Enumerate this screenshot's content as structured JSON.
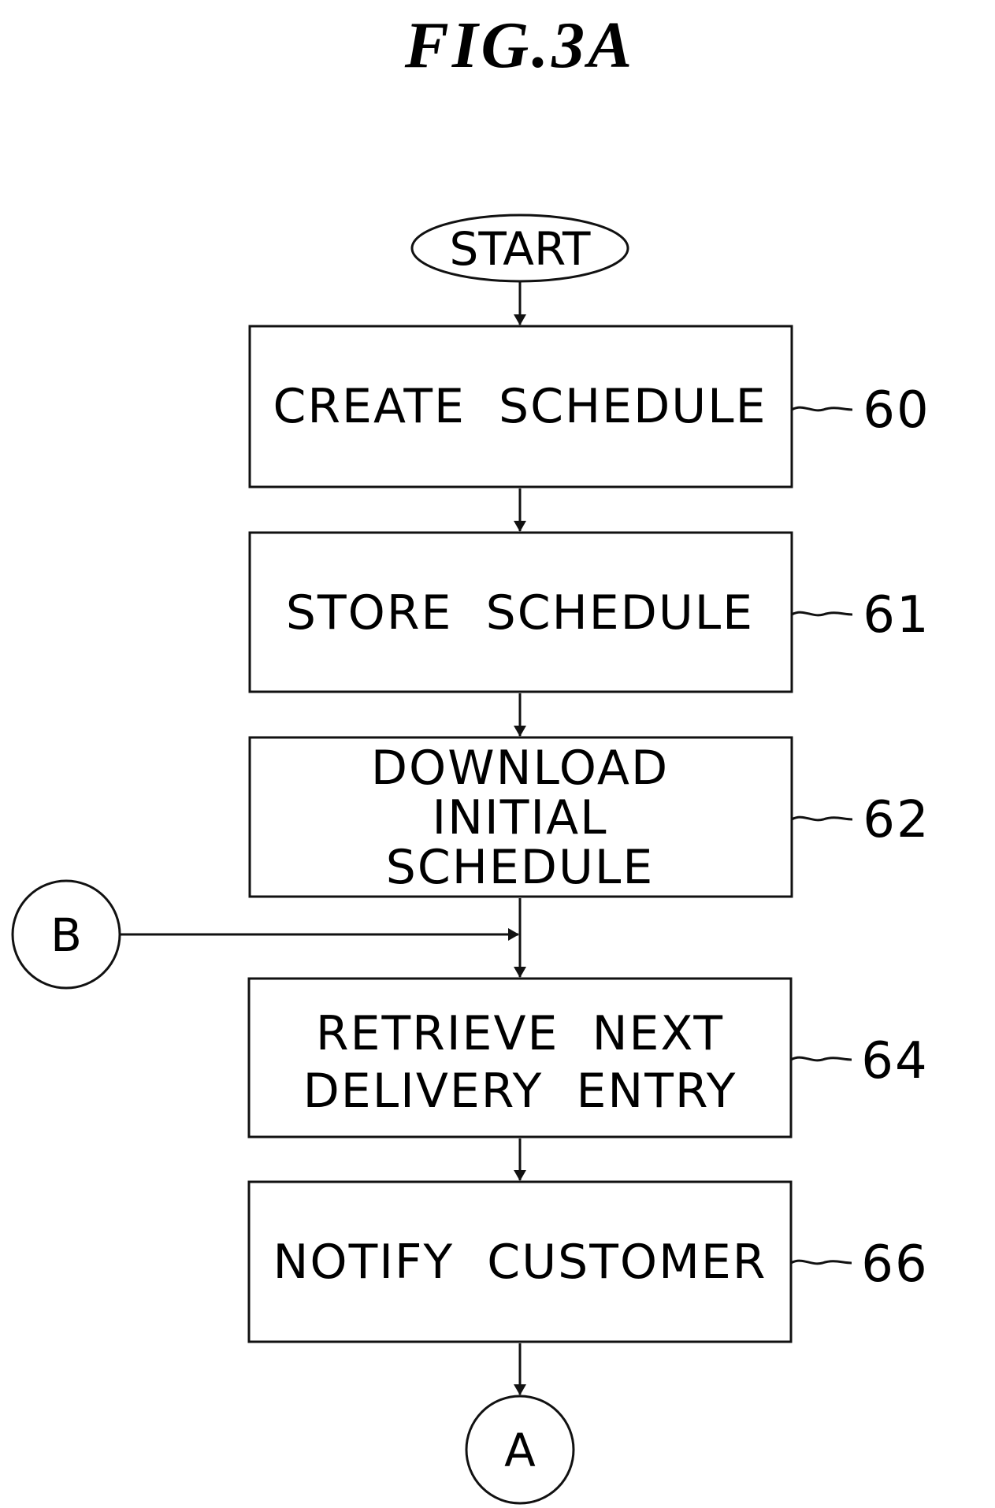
{
  "figure": {
    "title": "FIG.3A"
  },
  "start": {
    "label": "START"
  },
  "steps": [
    {
      "lines": [
        "CREATE  SCHEDULE"
      ],
      "ref": "60"
    },
    {
      "lines": [
        "STORE  SCHEDULE"
      ],
      "ref": "61"
    },
    {
      "lines": [
        "DOWNLOAD",
        "INITIAL",
        "SCHEDULE"
      ],
      "ref": "62"
    },
    {
      "lines": [
        "RETRIEVE  NEXT",
        "DELIVERY  ENTRY"
      ],
      "ref": "64"
    },
    {
      "lines": [
        "NOTIFY  CUSTOMER"
      ],
      "ref": "66"
    }
  ],
  "connectors": {
    "in_label": "B",
    "out_label": "A"
  },
  "colors": {
    "line": "#111111",
    "background": "#ffffff"
  }
}
